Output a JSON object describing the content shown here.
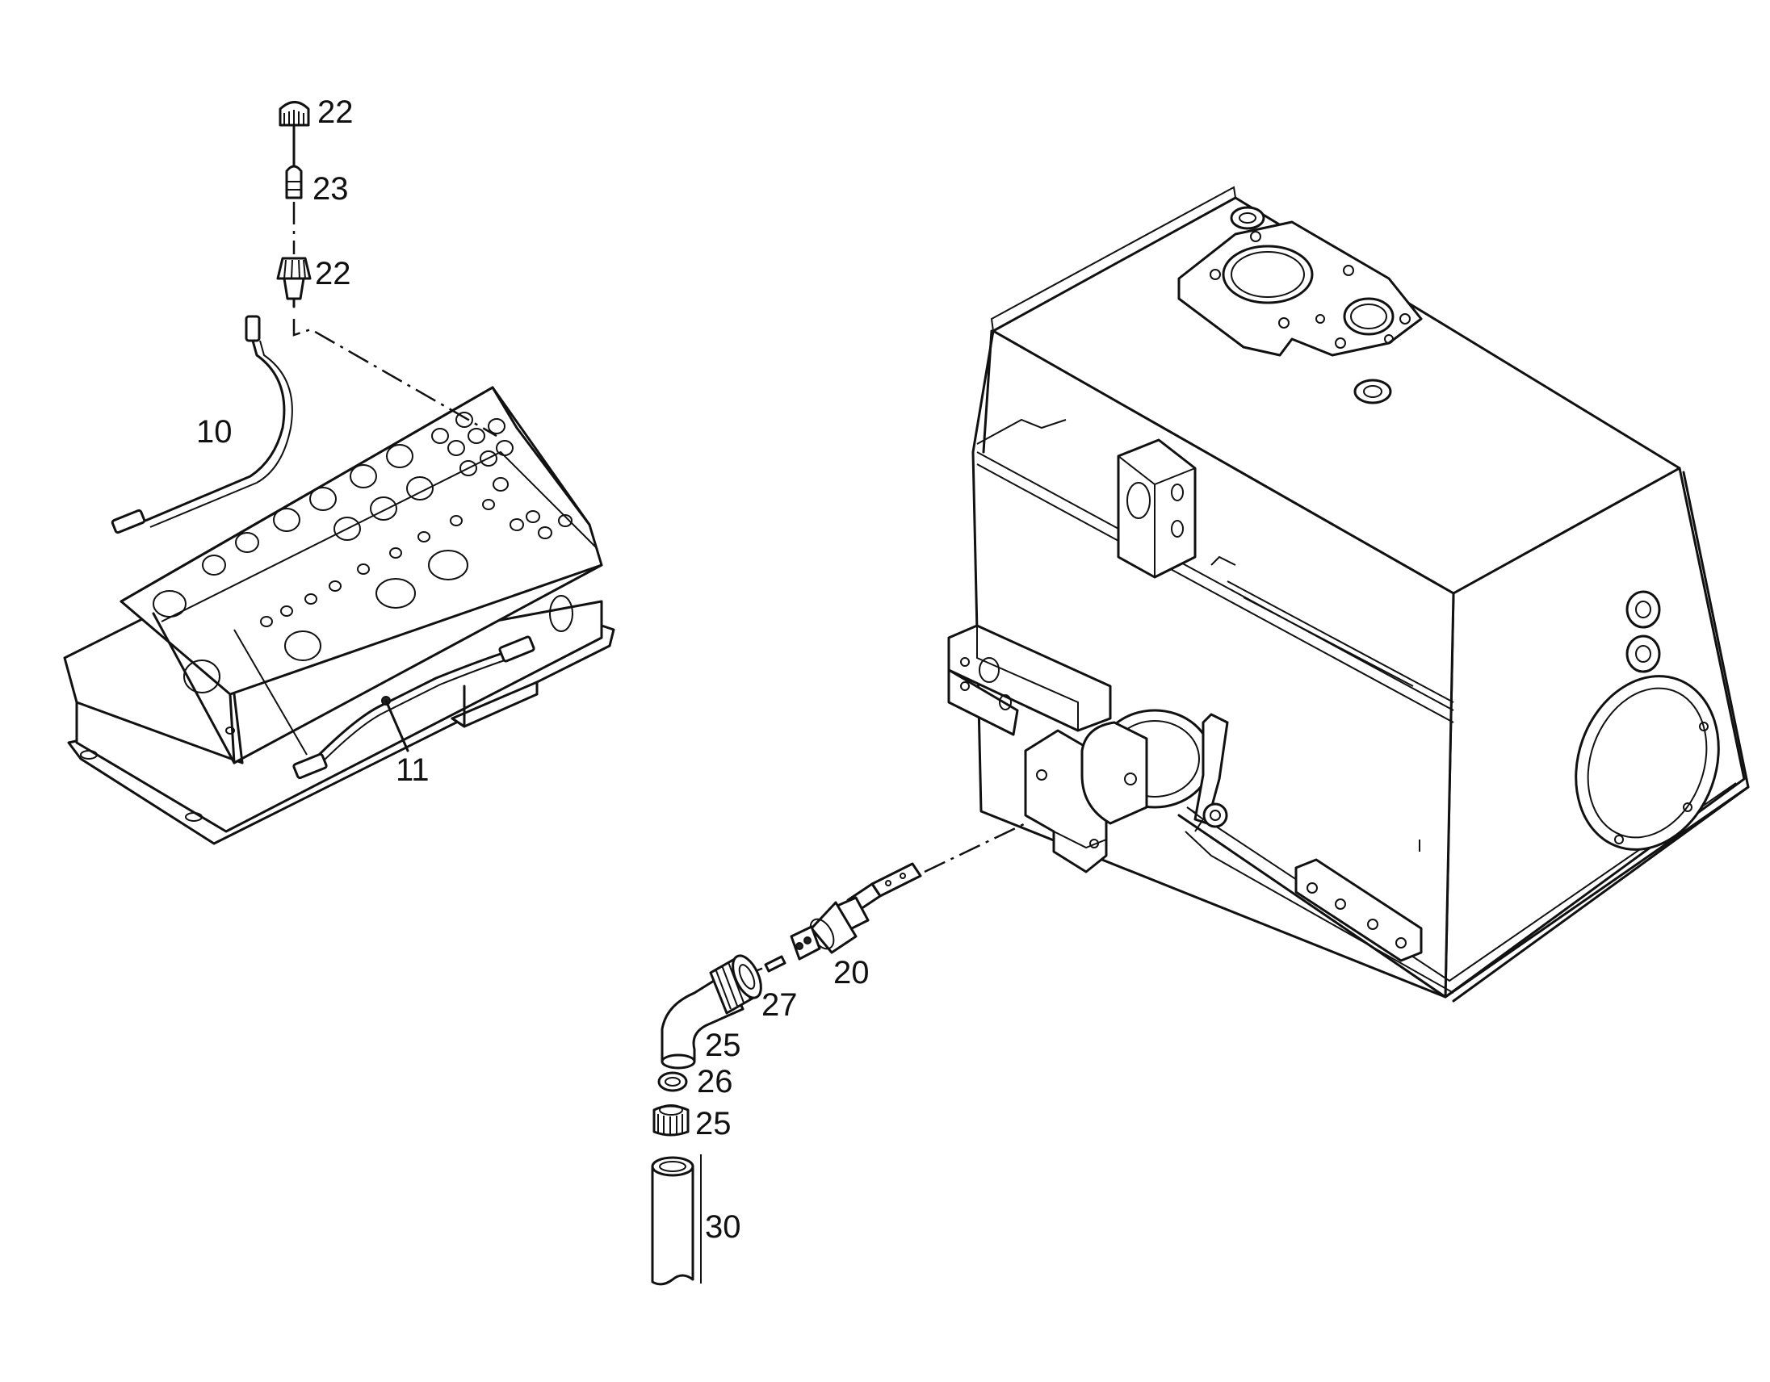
{
  "diagram": {
    "callouts": {
      "c22_top": "22",
      "c23": "23",
      "c22_mid": "22",
      "c10": "10",
      "c11": "11",
      "c20": "20",
      "c27": "27",
      "c25_elbow": "25",
      "c26": "26",
      "c25_nut": "25",
      "c30": "30"
    },
    "parts": [
      {
        "name": "instrument-panel"
      },
      {
        "name": "transmission-housing"
      },
      {
        "name": "cable-10"
      },
      {
        "name": "wire-harness-11"
      },
      {
        "name": "lamp-socket-22"
      },
      {
        "name": "bulb-23"
      },
      {
        "name": "sender-20"
      },
      {
        "name": "pin-27"
      },
      {
        "name": "elbow-fitting-25"
      },
      {
        "name": "washer-26"
      },
      {
        "name": "nut-25"
      },
      {
        "name": "hose-30"
      }
    ]
  }
}
